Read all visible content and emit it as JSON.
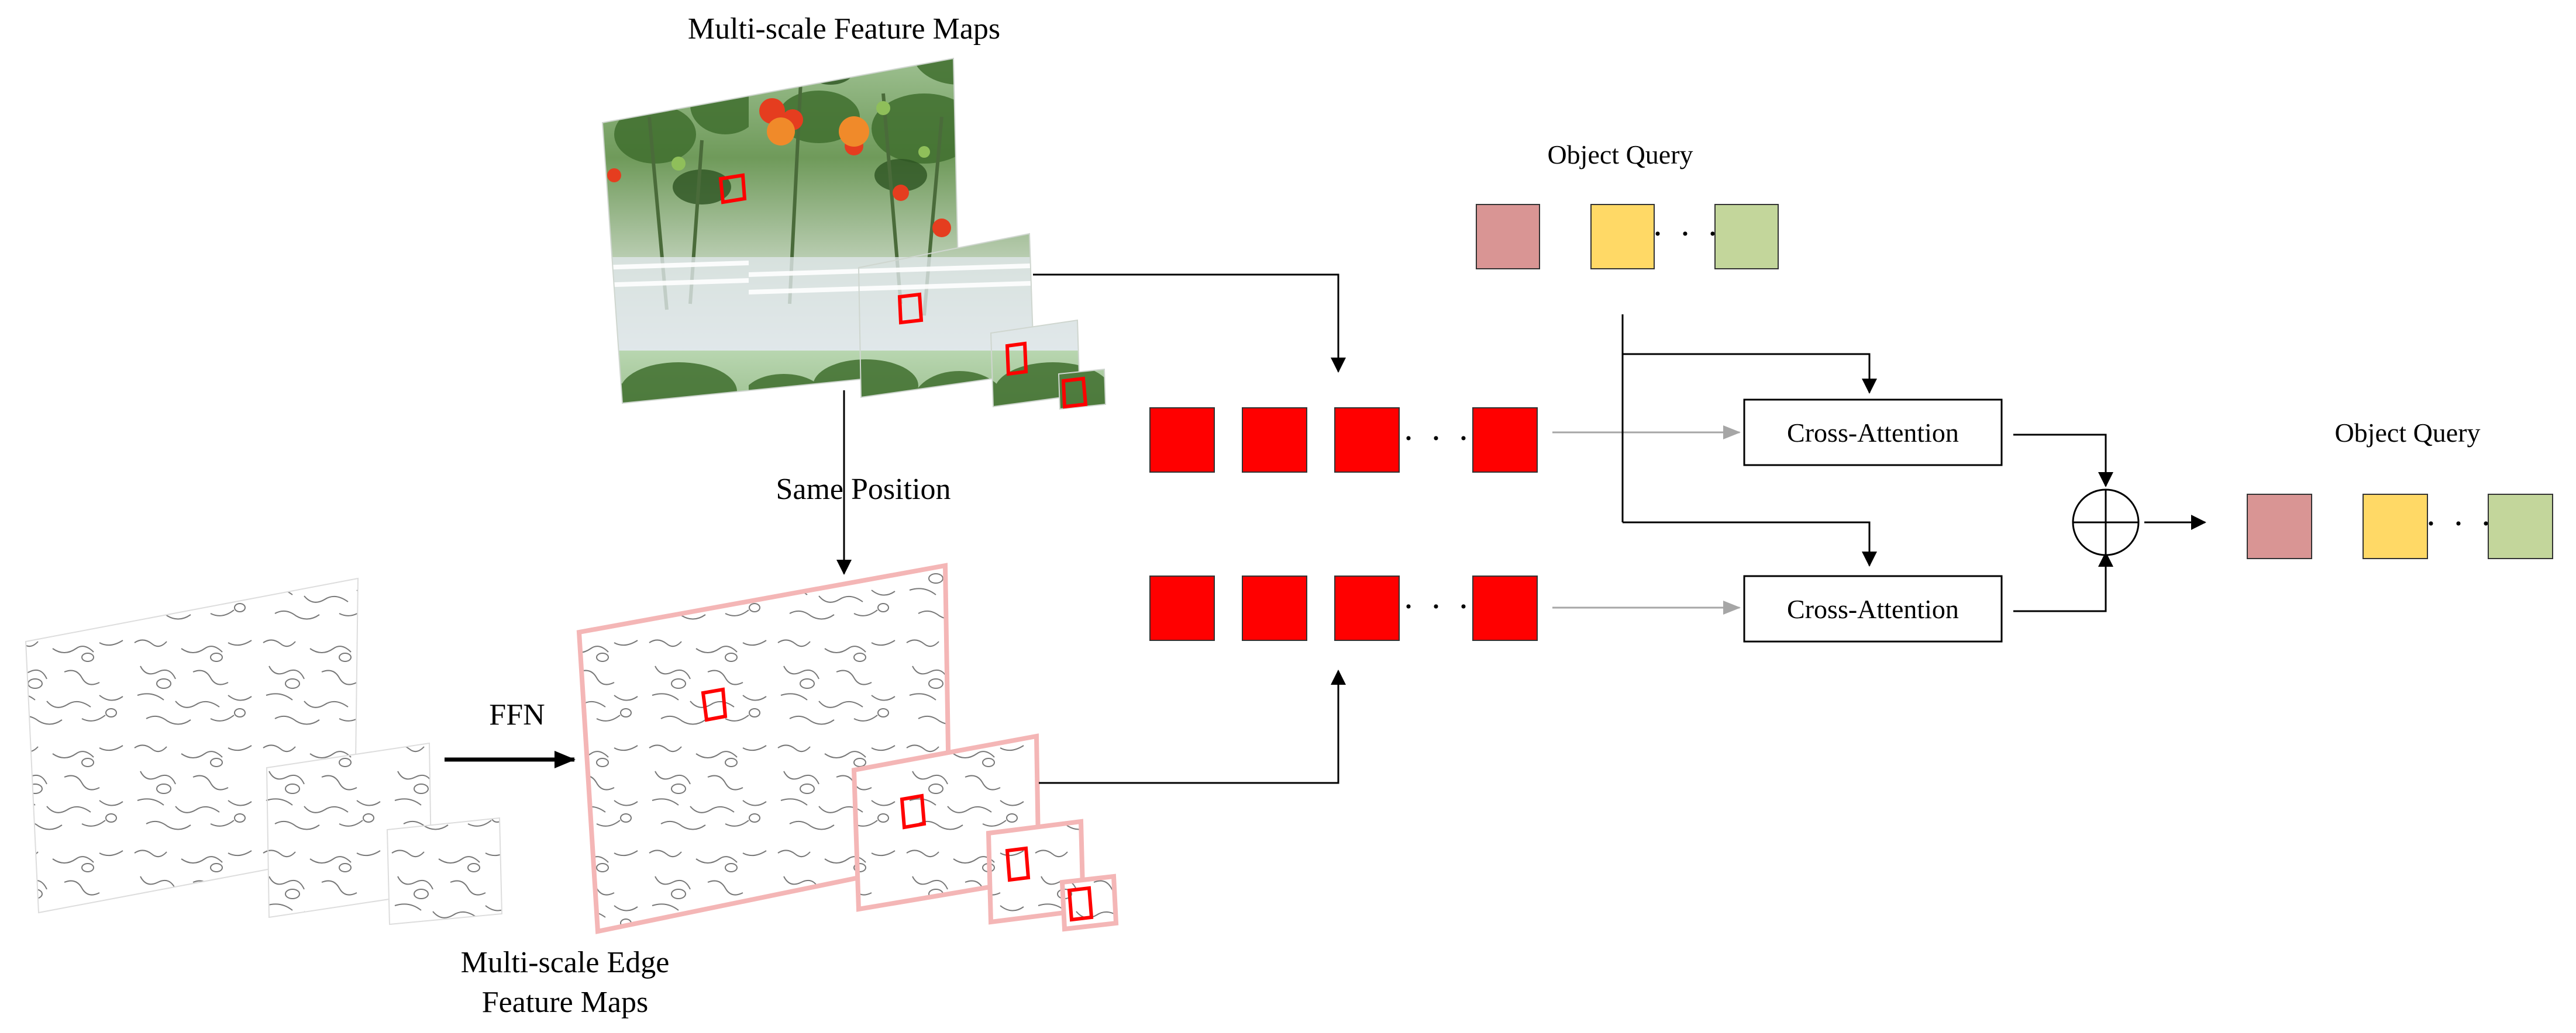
{
  "labels": {
    "multiscale_feature_maps": "Multi-scale Feature Maps",
    "same_position": "Same Position",
    "ffn": "FFN",
    "edge_maps_line1": "Multi-scale Edge",
    "edge_maps_line2": "Feature Maps",
    "object_query_top": "Object Query",
    "object_query_right": "Object Query",
    "cross_attention_1": "Cross-Attention",
    "cross_attention_2": "Cross-Attention",
    "ellipsis": "· · ·"
  },
  "colors": {
    "token_red": "#ff0000",
    "query_pink": "#d99594",
    "query_yellow": "#ffd966",
    "query_green": "#c3d69b",
    "arrow_black": "#000000",
    "arrow_gray": "#a6a6a6",
    "edge_border": "#f4b6b6",
    "highlight_box": "#ff0000"
  },
  "icons": {
    "sum_operator": "circle-plus-icon"
  }
}
